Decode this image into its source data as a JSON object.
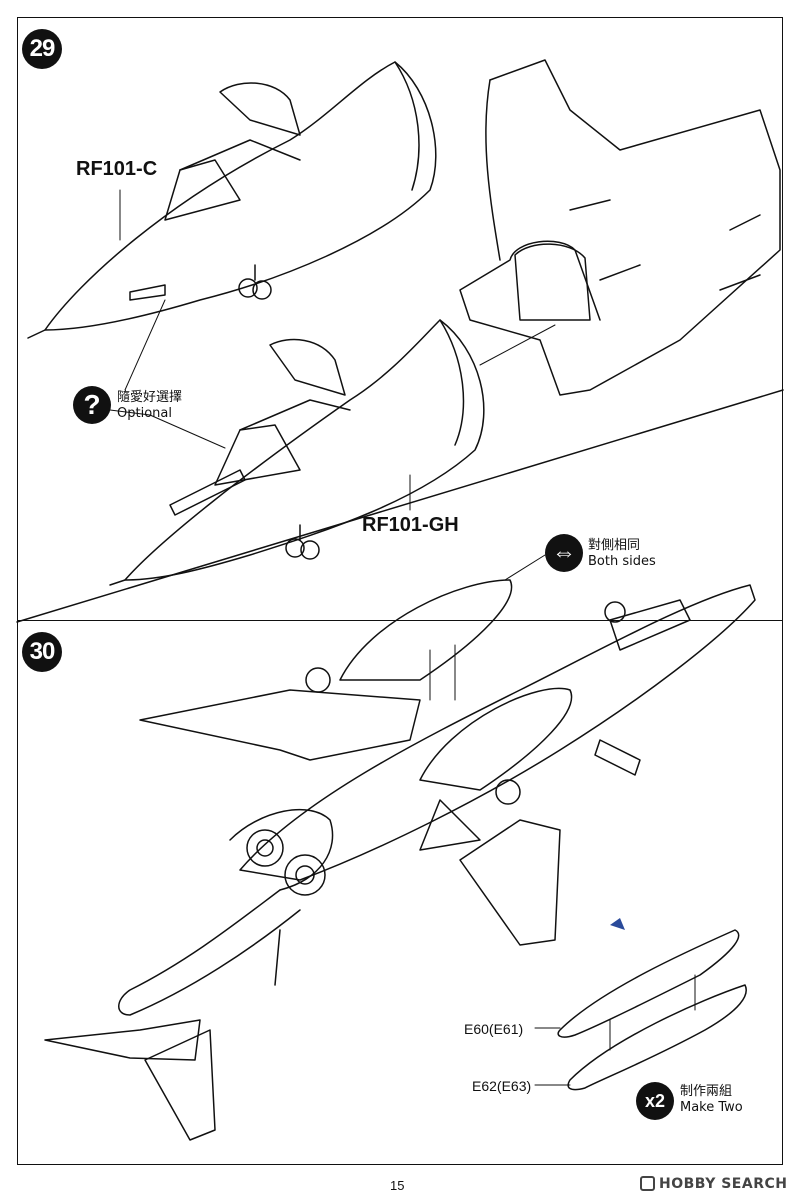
{
  "steps": {
    "step29": {
      "number": "29",
      "label_top": "RF101-C",
      "label_bottom": "RF101-GH",
      "optional": {
        "cn": "隨愛好選擇",
        "en": "Optional",
        "icon": "question-icon"
      }
    },
    "step30": {
      "number": "30",
      "both_sides": {
        "cn": "對側相同",
        "en": "Both sides",
        "icon": "double-arrow-icon"
      },
      "parts": {
        "upper": "E60(E61)",
        "lower": "E62(E63)"
      },
      "make_two": {
        "badge": "x2",
        "cn": "制作兩組",
        "en": "Make Two"
      }
    }
  },
  "footer": {
    "page_number": "15",
    "watermark": "HOBBY SEARCH"
  }
}
